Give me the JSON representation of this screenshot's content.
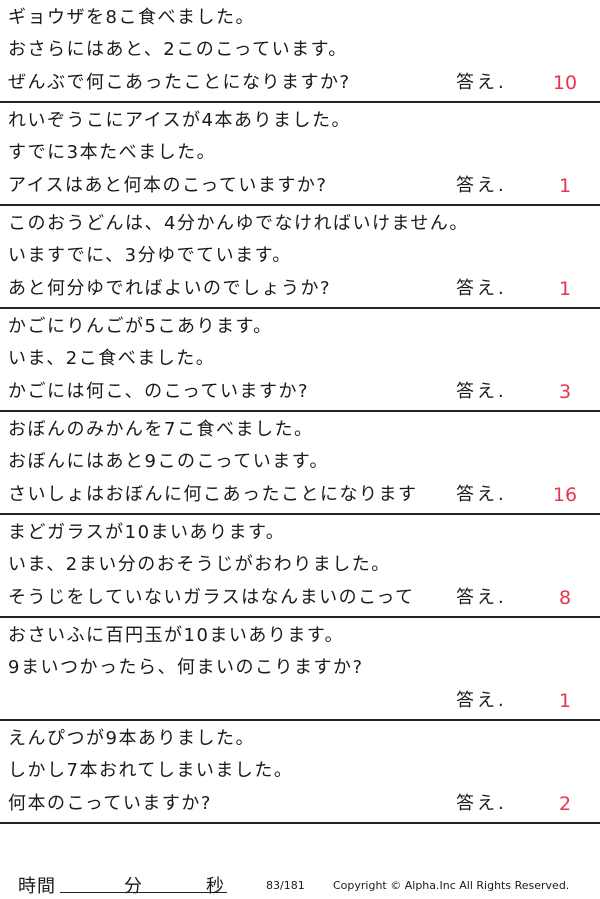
{
  "answer_label": "答え.",
  "problems": [
    {
      "lines": [
        "ギョウザを8こ食べました。",
        "おさらにはあと、2このこっています。",
        "ぜんぶで何こあったことになりますか?"
      ],
      "answer": "10"
    },
    {
      "lines": [
        "れいぞうこにアイスが4本ありました。",
        "すでに3本たべました。",
        "アイスはあと何本のこっていますか?"
      ],
      "answer": "1"
    },
    {
      "lines": [
        "このおうどんは、4分かんゆでなければいけません。",
        "いますでに、3分ゆでています。",
        "あと何分ゆでればよいのでしょうか?"
      ],
      "answer": "1"
    },
    {
      "lines": [
        "かごにりんごが5こあります。",
        "いま、2こ食べました。",
        "かごには何こ、のこっていますか?"
      ],
      "answer": "3"
    },
    {
      "lines": [
        "おぼんのみかんを7こ食べました。",
        "おぼんにはあと9このこっています。",
        "さいしょはおぼんに何こあったことになります"
      ],
      "answer": "16"
    },
    {
      "lines": [
        "まどガラスが10まいあります。",
        "いま、2まい分のおそうじがおわりました。",
        "そうじをしていないガラスはなんまいのこって"
      ],
      "answer": "8"
    },
    {
      "lines": [
        "おさいふに百円玉が10まいあります。",
        "9まいつかったら、何まいのこりますか?",
        ""
      ],
      "answer": "1"
    },
    {
      "lines": [
        "えんぴつが9本ありました。",
        "しかし7本おれてしまいました。",
        "何本のこっていますか?"
      ],
      "answer": "2"
    }
  ],
  "footer": {
    "time_label": "時間",
    "minutes_label": "分",
    "seconds_label": "秒",
    "page": "83/181",
    "copyright": "Copyright © Alpha.Inc All Rights Reserved."
  },
  "colors": {
    "answer": "#e8344e",
    "rule": "#222222"
  }
}
